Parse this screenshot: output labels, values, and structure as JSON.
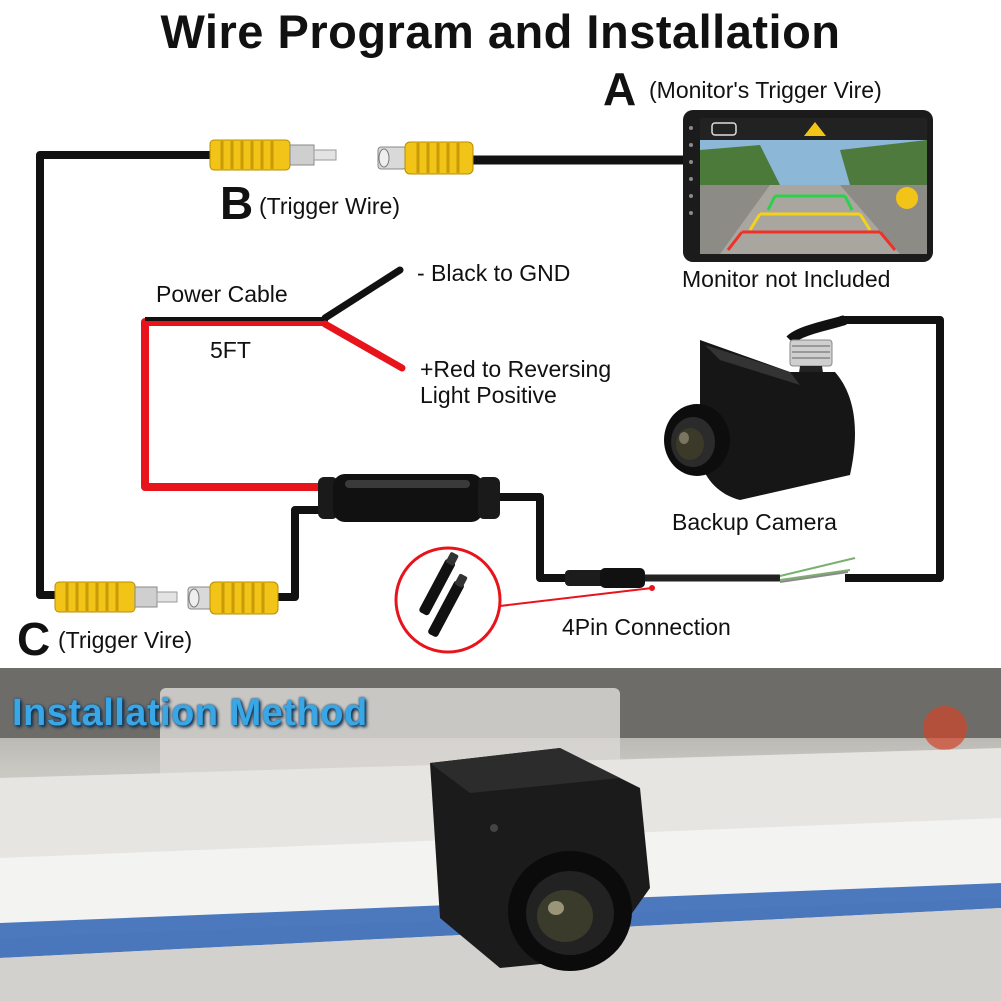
{
  "title": "Wire Program and Installation",
  "labels": {
    "a_letter": "A",
    "a_text": "(Monitor's Trigger Vire)",
    "b_letter": "B",
    "b_text": "(Trigger Wire)",
    "c_letter": "C",
    "c_text": "(Trigger Vire)",
    "monitor": "Monitor not Included",
    "power_cable": "Power Cable",
    "length": "5FT",
    "black": "- Black to GND",
    "red_line1": "+Red to Reversing",
    "red_line2": "Light Positive",
    "camera": "Backup Camera",
    "pin": "4Pin Connection"
  },
  "photo": {
    "heading": "Installation Method"
  },
  "colors": {
    "wire_black": "#111111",
    "wire_red": "#e8141b",
    "rca_yellow": "#f2c418",
    "rca_silver": "#c8c8c8",
    "heading_blue": "#39a7e6",
    "guide_green": "#2bd14a",
    "guide_yellow": "#f4d21a",
    "guide_red": "#f0312a"
  },
  "icons": [
    "rca-plug-icon",
    "rca-socket-icon",
    "monitor-icon",
    "backup-camera-icon",
    "pin-connector-icon"
  ]
}
